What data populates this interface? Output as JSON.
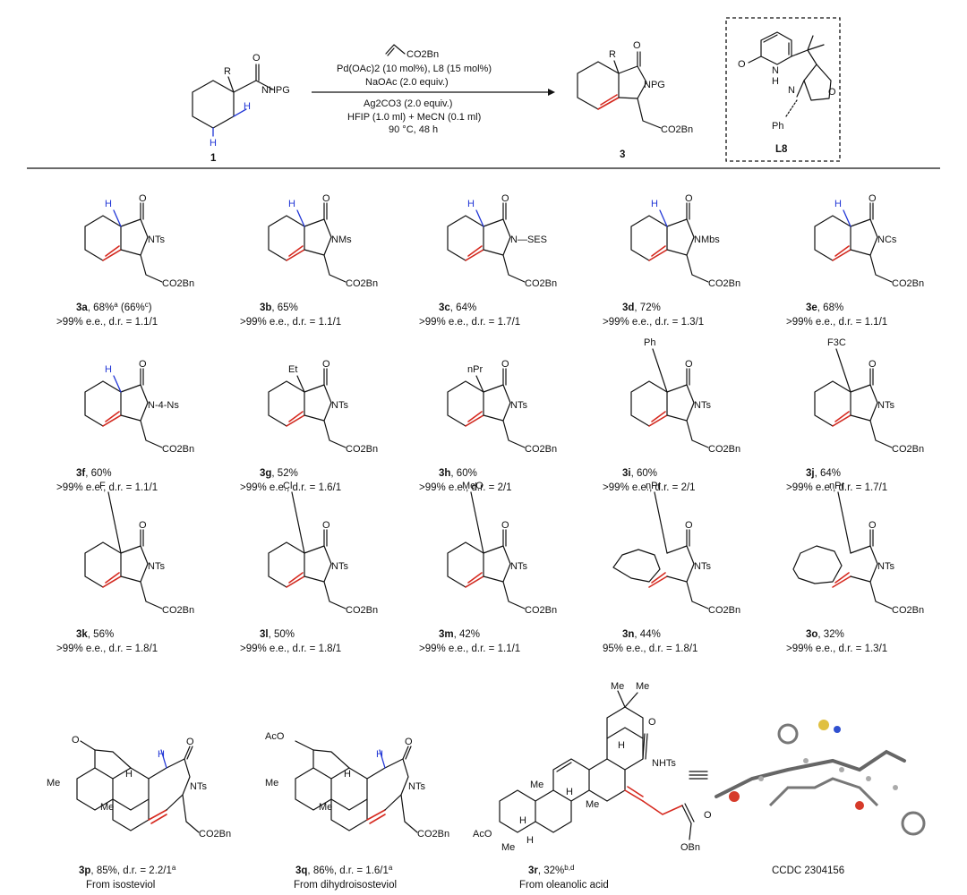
{
  "scheme": {
    "substrate": {
      "label": "1",
      "R": "R",
      "amide": "NHPG",
      "H": "H",
      "O": "O"
    },
    "product": {
      "label": "3",
      "R": "R",
      "N": "NPG",
      "ester": "CO2Bn",
      "O": "O"
    },
    "reagents": {
      "olefin": "CO2Bn",
      "line1": "Pd(OAc)2 (10 mol%), L8 (15 mol%)",
      "line2": "NaOAc (2.0 equiv.)",
      "line3": "Ag2CO3 (2.0 equiv.)",
      "line4": "HFIP (1.0 ml) + MeCN (0.1 ml)",
      "line5": "90 °C, 48 h"
    },
    "ligand": {
      "label": "L8",
      "O": "O",
      "NH": "N",
      "H": "H",
      "N": "N",
      "Oring": "O",
      "Ph": "Ph"
    }
  },
  "products": [
    {
      "id": "3a",
      "label": "3a",
      "yield": "68%",
      "sup": "a",
      "extra": "(66%",
      "extra_sup": "c",
      "extra_close": ")",
      "line2": ">99% e.e., d.r. = 1.1/1",
      "sub": "H",
      "N": "NTs"
    },
    {
      "id": "3b",
      "label": "3b",
      "yield": "65%",
      "line2": ">99% e.e., d.r. = 1.1/1",
      "sub": "H",
      "N": "NMs"
    },
    {
      "id": "3c",
      "label": "3c",
      "yield": "64%",
      "line2": ">99% e.e., d.r. = 1.7/1",
      "sub": "H",
      "N": "N—SES"
    },
    {
      "id": "3d",
      "label": "3d",
      "yield": "72%",
      "line2": ">99% e.e., d.r. = 1.3/1",
      "sub": "H",
      "N": "NMbs"
    },
    {
      "id": "3e",
      "label": "3e",
      "yield": "68%",
      "line2": ">99% e.e., d.r. = 1.1/1",
      "sub": "H",
      "N": "NCs"
    },
    {
      "id": "3f",
      "label": "3f",
      "yield": "60%",
      "line2": ">99% e.e., d.r. = 1.1/1",
      "sub": "H",
      "N": "N-4-Ns"
    },
    {
      "id": "3g",
      "label": "3g",
      "yield": "52%",
      "line2": ">99% e.e., d.r. = 1.6/1",
      "sub": "Et",
      "N": "NTs"
    },
    {
      "id": "3h",
      "label": "3h",
      "yield": "60%",
      "line2": ">99% e.e., d.r. = 2/1",
      "sub": "nPr",
      "N": "NTs"
    },
    {
      "id": "3i",
      "label": "3i",
      "yield": "60%",
      "line2": ">99% e.e., d.r. = 2/1",
      "sub": "Ph",
      "N": "NTs"
    },
    {
      "id": "3j",
      "label": "3j",
      "yield": "64%",
      "line2": ">99% e.e., d.r. = 1.7/1",
      "sub": "F3C",
      "N": "NTs"
    },
    {
      "id": "3k",
      "label": "3k",
      "yield": "56%",
      "line2": ">99% e.e., d.r. = 1.8/1",
      "sub": "F",
      "N": "NTs"
    },
    {
      "id": "3l",
      "label": "3l",
      "yield": "50%",
      "line2": ">99% e.e., d.r. = 1.8/1",
      "sub": "Cl",
      "N": "NTs"
    },
    {
      "id": "3m",
      "label": "3m",
      "yield": "42%",
      "line2": ">99% e.e., d.r. = 1.1/1",
      "sub": "MeO",
      "N": "NTs"
    },
    {
      "id": "3n",
      "label": "3n",
      "yield": "44%",
      "line2": "95% e.e., d.r. = 1.8/1",
      "sub": "nPr",
      "N": "NTs"
    },
    {
      "id": "3o",
      "label": "3o",
      "yield": "32%",
      "line2": ">99% e.e., d.r. = 1.3/1",
      "sub": "nPr",
      "N": "NTs",
      "ester": "CO2Bn"
    },
    {
      "id": "3p",
      "label": "3p",
      "yield": "85%, d.r. = 2.2/1",
      "sup": "a",
      "line2": "From isosteviol"
    },
    {
      "id": "3q",
      "label": "3q",
      "yield": "86%, d.r. = 1.6/1",
      "sup": "a",
      "line2": "From dihydroisosteviol"
    },
    {
      "id": "3r",
      "label": "3r",
      "yield": "32%",
      "sup": "b,d",
      "line2": "From oleanolic acid"
    }
  ],
  "common": {
    "ester": "CO2Bn",
    "O": "O",
    "Me": "Me",
    "H": "H",
    "AcO": "AcO",
    "NHTs": "NHTs",
    "OBn": "OBn"
  },
  "crystal": {
    "caption": "CCDC 2304156"
  }
}
